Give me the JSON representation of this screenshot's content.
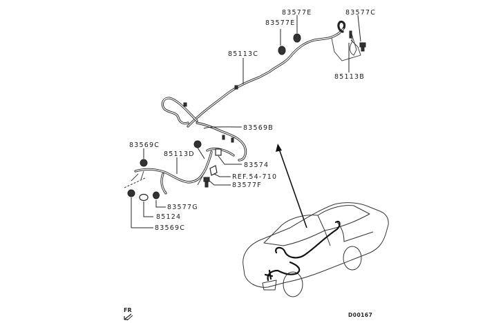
{
  "diagram": {
    "title": "Wiring harness parts diagram",
    "part_labels": {
      "p83577E_upper": "83577E",
      "p83577E_lower": "83577E",
      "p83577C": "83577C",
      "p85113B": "85113B",
      "p85113C": "85113C",
      "p83569B": "83569B",
      "p83569C_upper": "83569C",
      "p85113D": "85113D",
      "p83574": "83574",
      "ref": "REF.54-710",
      "p83577F": "83577F",
      "p83577G": "83577G",
      "p85124": "85124",
      "p83569C_lower": "83569C"
    },
    "orientation_label": "FR",
    "drawing_code": "D00167"
  }
}
